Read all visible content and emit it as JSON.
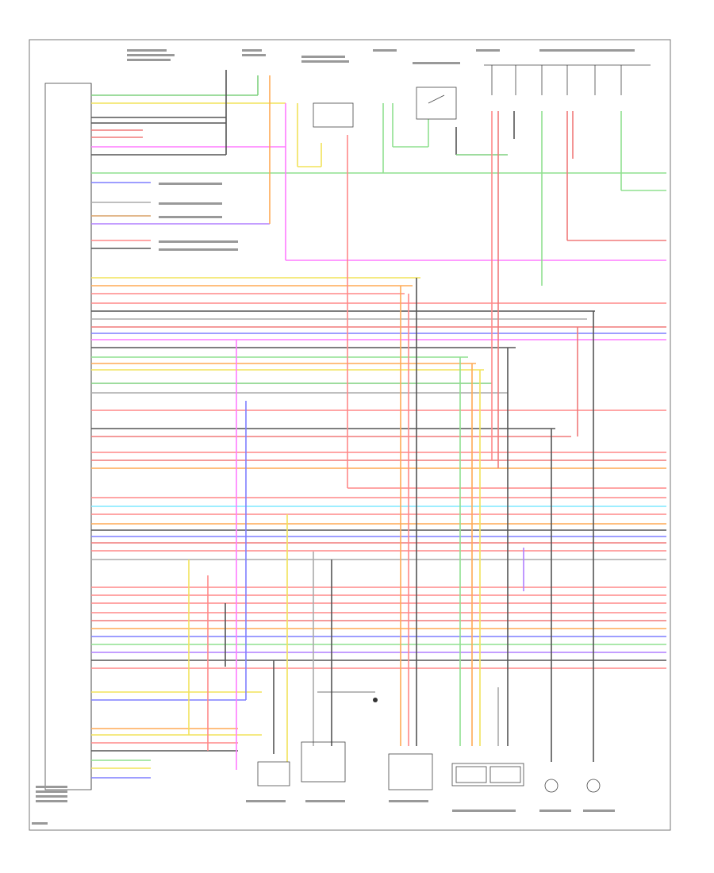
{
  "diagram": {
    "footer": "",
    "components": [
      {
        "id": "ecm",
        "label": ""
      },
      {
        "id": "main-relay",
        "label": ""
      },
      {
        "id": "fuel-pump-relay",
        "label": ""
      },
      {
        "id": "fuse-block",
        "label": ""
      },
      {
        "id": "camshaft-sensor",
        "label": ""
      },
      {
        "id": "crankshaft-sensor",
        "label": ""
      },
      {
        "id": "knock-sensor",
        "label": ""
      },
      {
        "id": "throttle-sensor",
        "label": ""
      },
      {
        "id": "injector-1",
        "label": ""
      },
      {
        "id": "injector-2",
        "label": ""
      }
    ],
    "wire_colors": {
      "grn_blk": "#7fd07f",
      "yel": "#f2e35a",
      "blk": "#555555",
      "red_blk": "#f07a7a",
      "pnk": "#ff7bff",
      "grn": "#8fe08f",
      "blu": "#7f7fff",
      "brn": "#d9a066",
      "red": "#ff8888",
      "lt_blu": "#7fe8ff",
      "orn": "#ffaa55",
      "gry": "#aaaaaa",
      "vio": "#b07fff",
      "wht": "#dddddd"
    }
  }
}
